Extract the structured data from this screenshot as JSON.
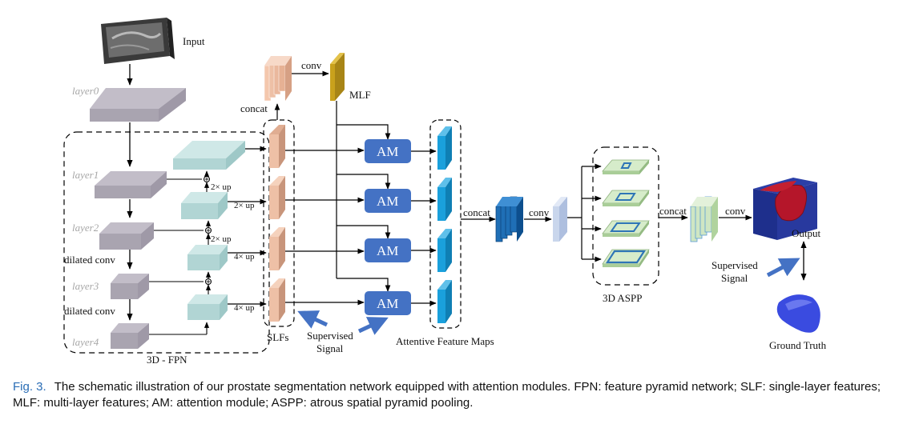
{
  "labels": {
    "input": "Input",
    "layer0": "layer0",
    "layer1": "layer1",
    "layer2": "layer2",
    "layer3": "layer3",
    "layer4": "layer4",
    "dilated_conv_1": "dilated conv",
    "dilated_conv_2": "dilated conv",
    "fpn": "3D - FPN",
    "up2_a": "2× up",
    "up2_b": "2× up",
    "up2_c": "2× up",
    "up4_a": "4× up",
    "up4_b": "4× up",
    "slfs": "SLFs",
    "concat_top": "concat",
    "conv_top": "conv",
    "mlf": "MLF",
    "am": "AM",
    "supervised_1": "Supervised",
    "signal_1": "Signal",
    "attentive_maps": "Attentive Feature Maps",
    "concat_mid": "concat",
    "conv_mid": "conv",
    "aspp": "3D ASPP",
    "concat_right": "concat",
    "conv_right": "conv",
    "output": "Output",
    "supervised_2": "Supervised",
    "signal_2": "Signal",
    "ground_truth": "Ground Truth"
  },
  "caption": {
    "fig": "Fig. 3.",
    "text": "The schematic illustration of our prostate segmentation network equipped with attention modules. FPN: feature pyramid network; SLF: single-layer features; MLF: multi-layer features; AM: attention module; ASPP: atrous spatial pyramid pooling."
  },
  "colors": {
    "encoder_block": "#b3aeb9",
    "fpn_block": "#b7dcdb",
    "slf": "#e9b79d",
    "am_box": "#4472c4",
    "attentive_map": "#1aa0dc",
    "mlf": "#c9a11c",
    "aspp_plate": "#cde6c3",
    "aspp_square": "#2e75b6",
    "arrow_blue": "#4472c4",
    "caption_fig": "#2a6db5"
  }
}
